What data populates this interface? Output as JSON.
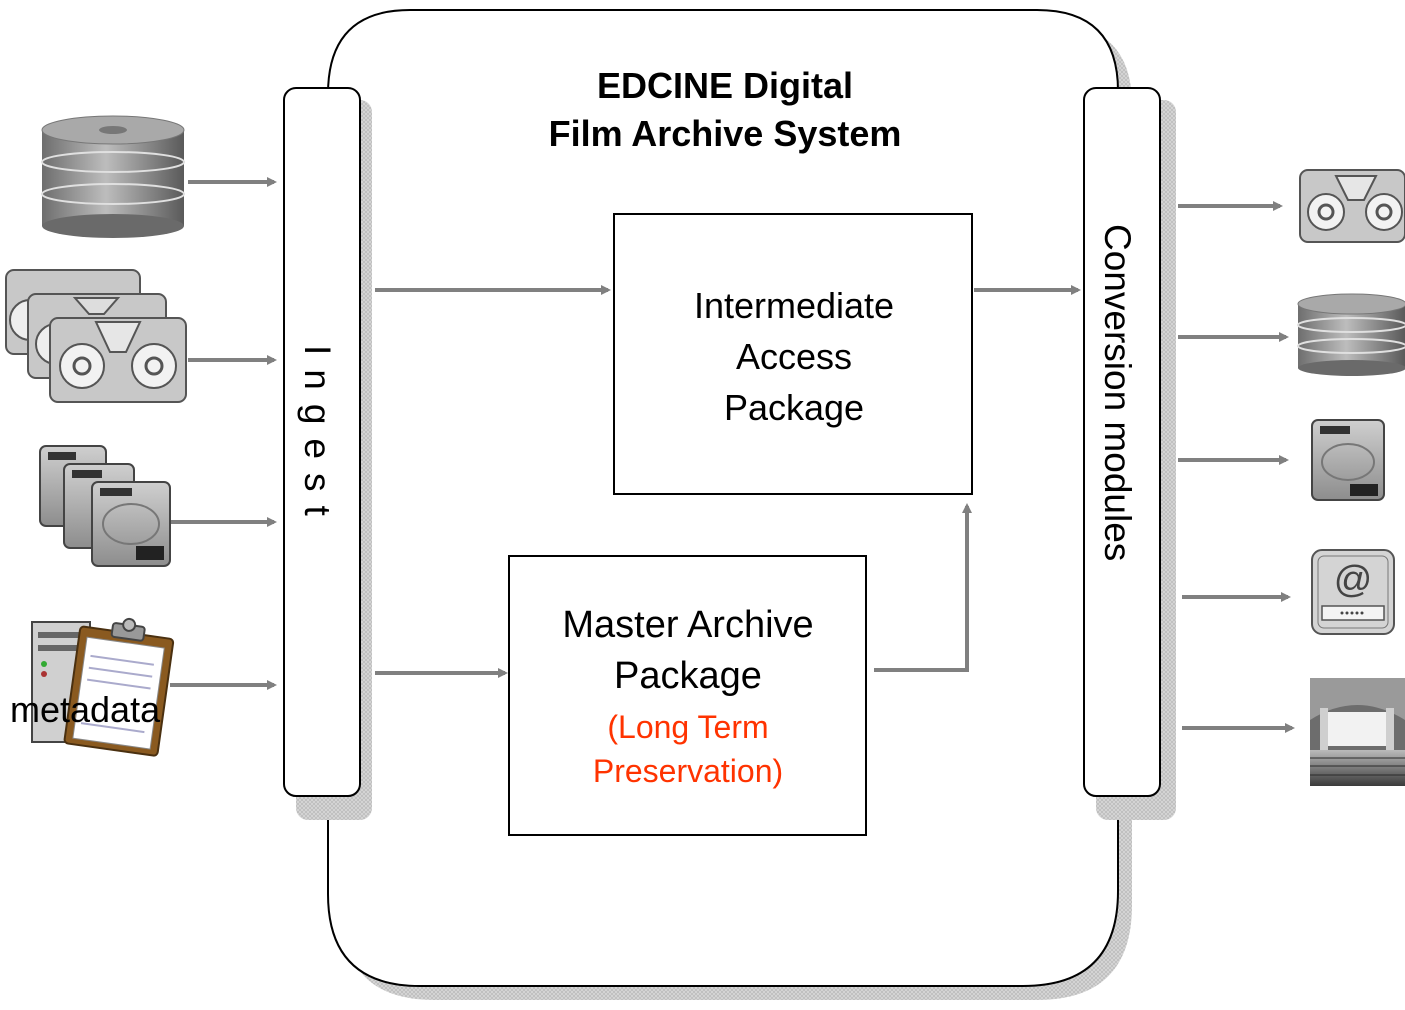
{
  "title": {
    "line1": "EDCINE Digital",
    "line2": "Film Archive System"
  },
  "ingest_label": "Ingest",
  "conversion_label": "Conversion modules",
  "intermediate_package": {
    "line1": "Intermediate",
    "line2": "Access",
    "line3": "Package"
  },
  "master_package": {
    "line1": "Master Archive",
    "line2": "Package",
    "note_line1": "(Long Term",
    "note_line2": "Preservation)"
  },
  "inputs": {
    "metadata_label": "metadata",
    "icons": [
      "database-icon",
      "tape-cassettes-icon",
      "hard-drives-icon",
      "metadata-server-icon"
    ]
  },
  "outputs": {
    "icons": [
      "tape-cassette-icon",
      "database-icon",
      "hard-drive-icon",
      "network-storage-icon",
      "cinema-theater-icon"
    ]
  },
  "colors": {
    "arrow": "#808080",
    "note_text": "#ff3300"
  }
}
